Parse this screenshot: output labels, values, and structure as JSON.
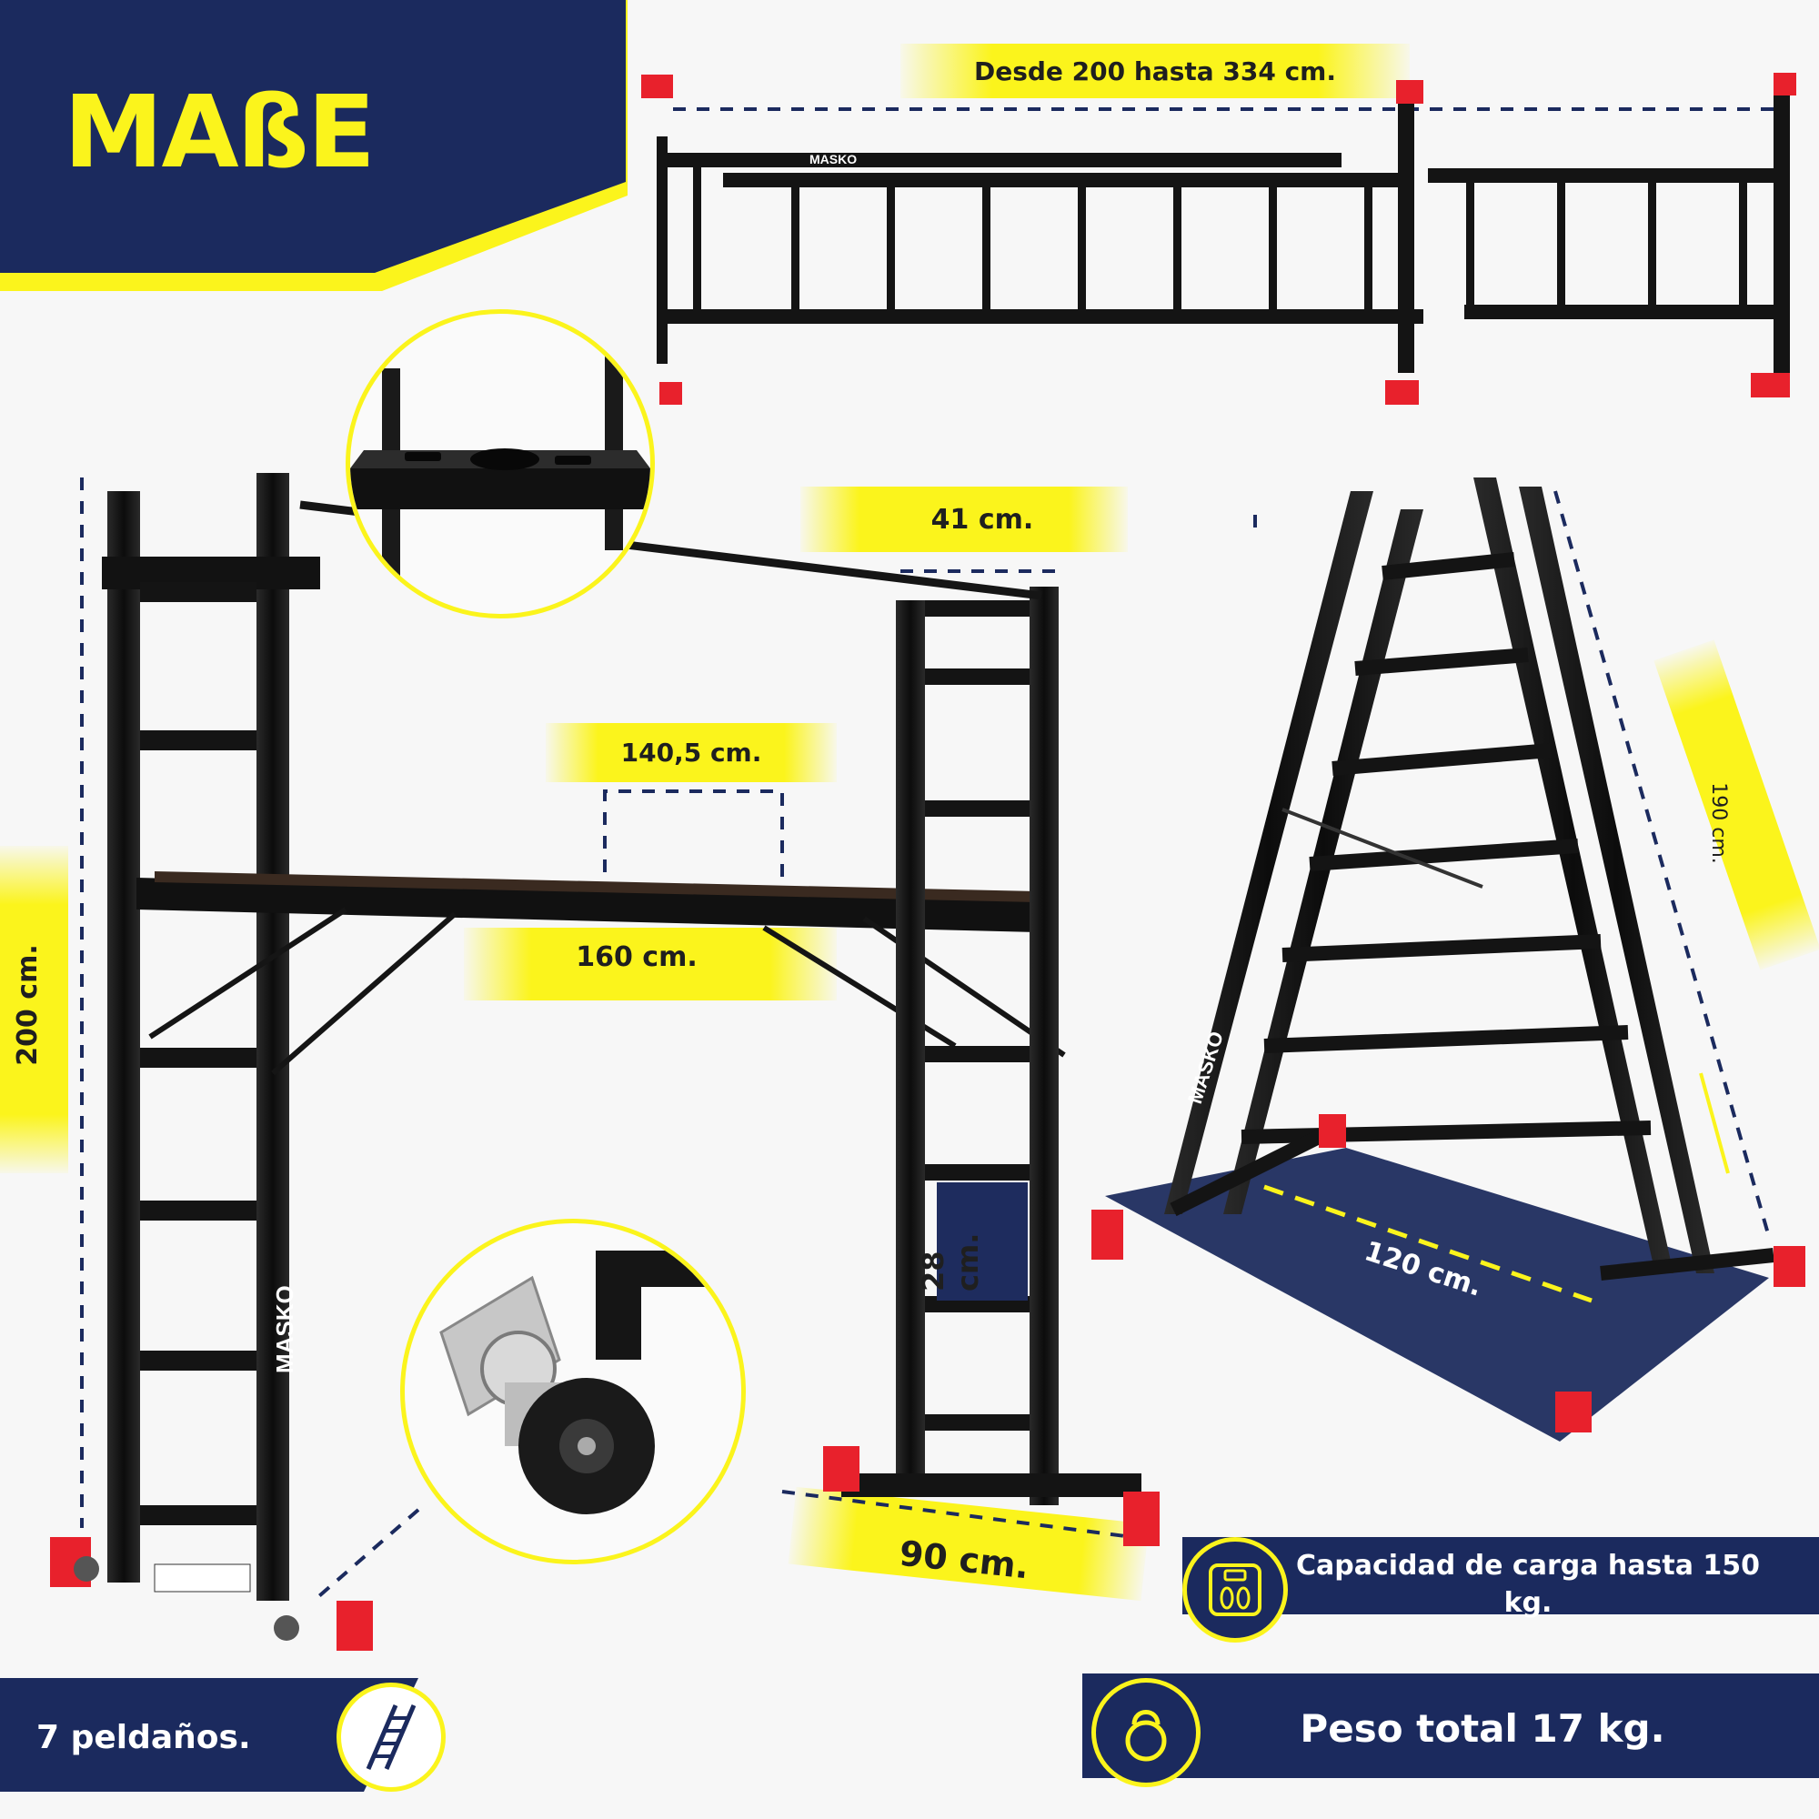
{
  "title": "MAßE",
  "brand": "MASKO",
  "colors": {
    "navy": "#1b2a5e",
    "yellow": "#fbf41c",
    "frame": "#151515",
    "foot": "#e8212c"
  },
  "dimensions": {
    "rail_length": "Desde 200 hasta 334 cm.",
    "top_width": "41 cm.",
    "inner_span": "140,5 cm.",
    "platform_length": "160 cm.",
    "total_height": "200 cm.",
    "step_gap": "28 cm.",
    "base_width": "90 cm.",
    "a_frame_height": "190 cm.",
    "a_frame_base": "120 cm."
  },
  "features": {
    "capacity": "Capacidad de carga hasta 150 kg.",
    "steps": "7 peldaños.",
    "weight": "Peso total 17 kg."
  },
  "icons": {
    "capacity": "scale-icon",
    "steps": "ladder-icon",
    "weight": "kettlebell-icon"
  }
}
